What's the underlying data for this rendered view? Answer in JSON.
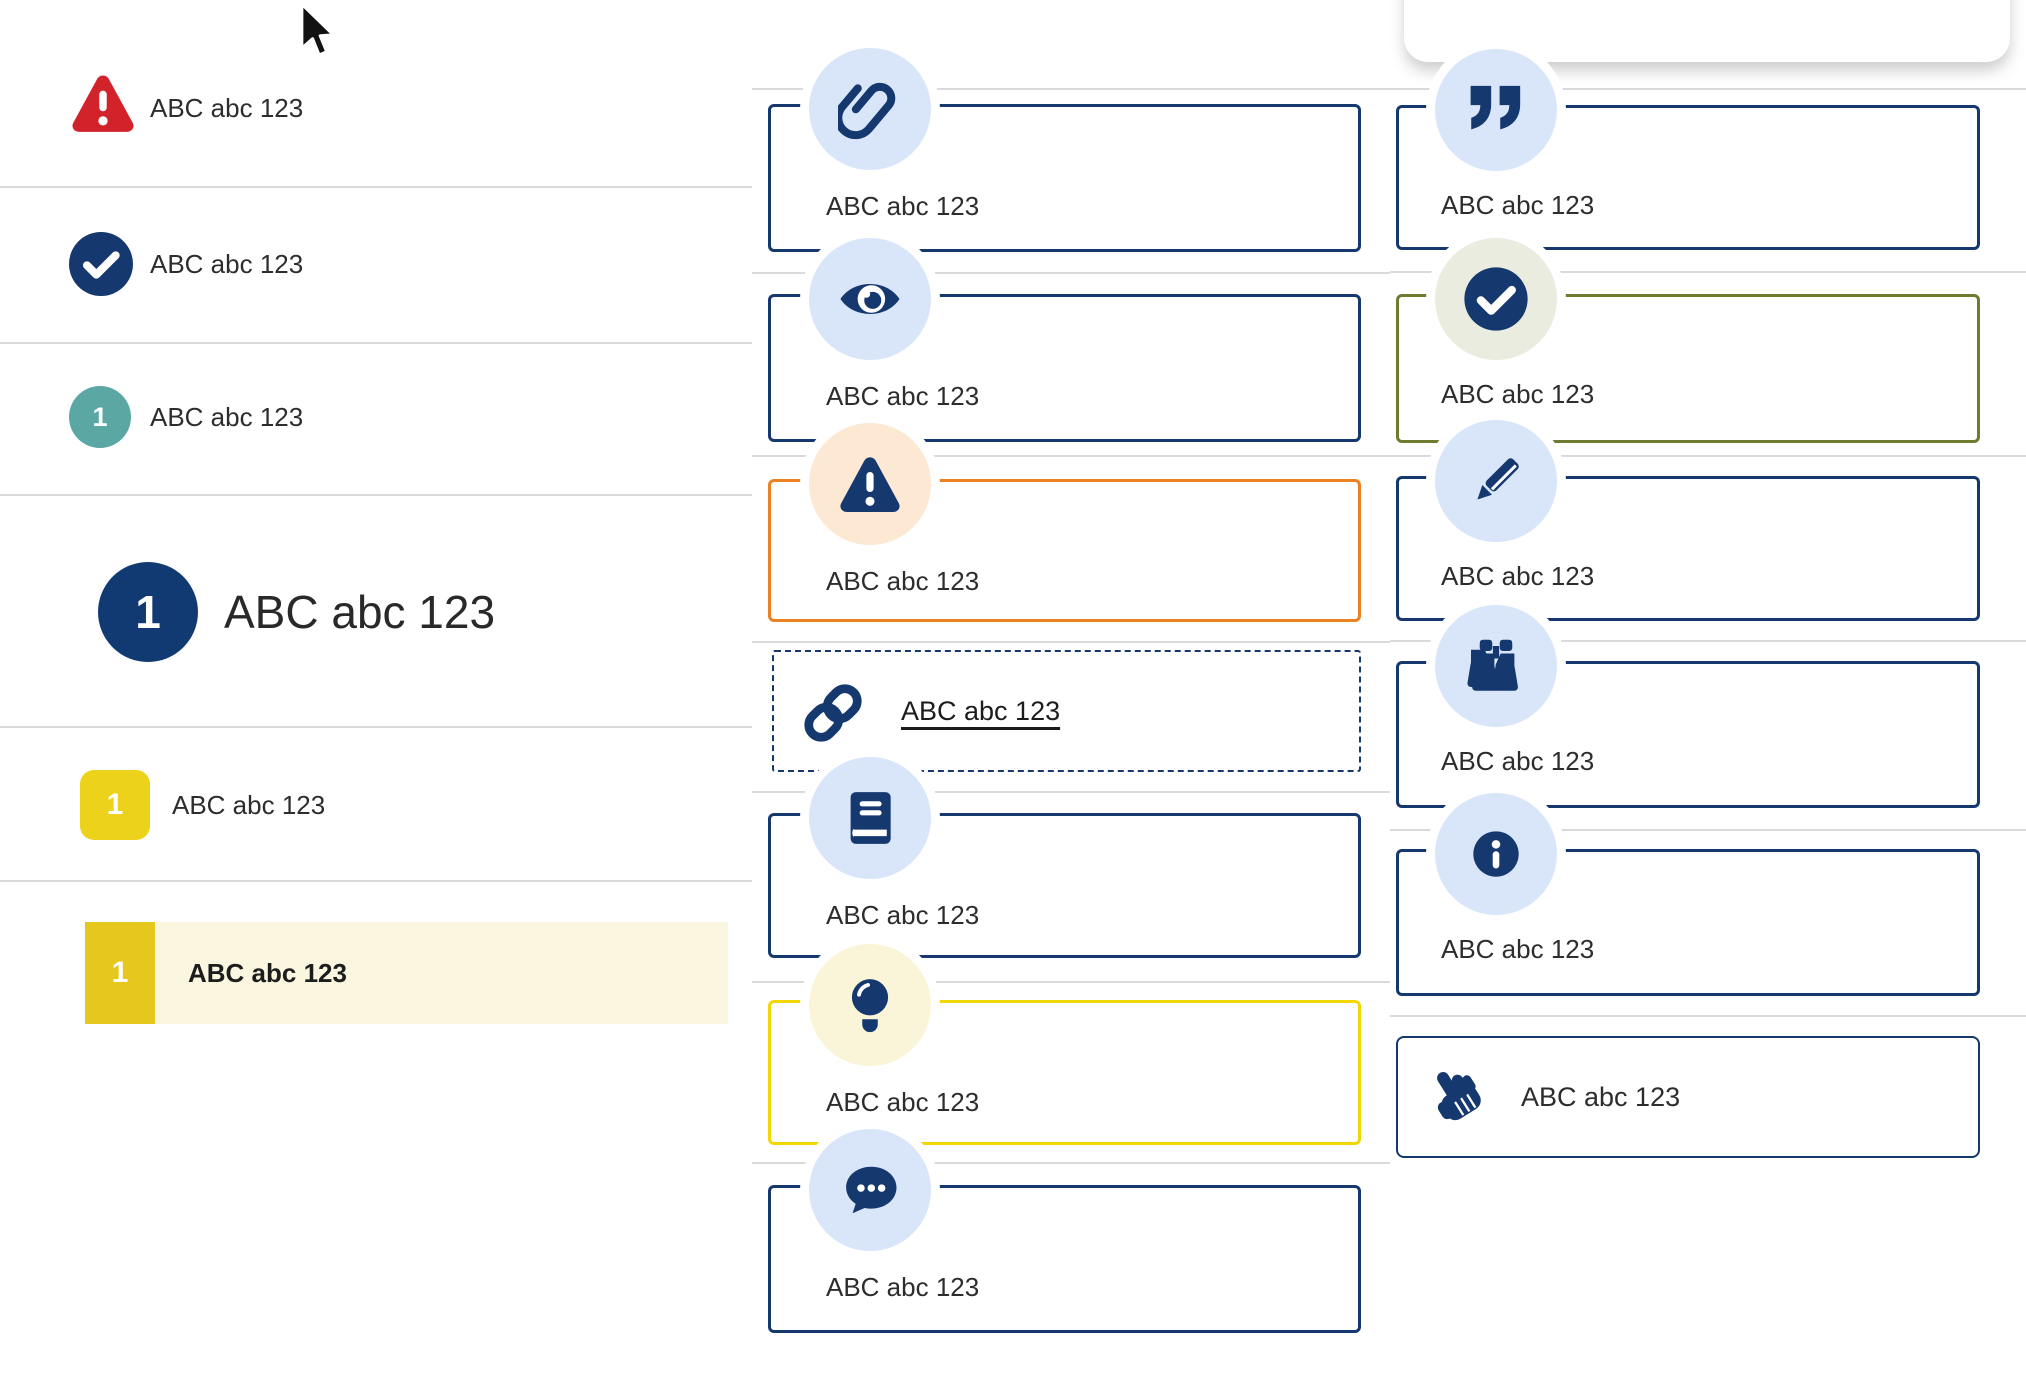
{
  "colors": {
    "navy": "#15386f",
    "light_blue_circle": "#d9e6f9",
    "peach_circle": "#fce8d3",
    "pale_yellow_circle": "#faf5d8",
    "sage_circle": "#e9ecdf",
    "red": "#d2232a",
    "teal": "#5aa7a3",
    "yellow_badge": "#ecd21b",
    "yellow_dark_block": "#e6c71d",
    "yellow_highlight_bg": "#faf6df",
    "yellow_border": "#f2d704",
    "orange_border": "#ec8123",
    "olive_border": "#6e7c2f",
    "separator": "#dadada",
    "text": "#2d2d2d"
  },
  "cursor": {
    "icon": "mouse-pointer-icon"
  },
  "left_list": {
    "items": [
      {
        "icon": "warning-triangle-icon",
        "label": "ABC abc 123"
      },
      {
        "icon": "check-circle-icon",
        "label": "ABC abc 123"
      },
      {
        "icon": "teal-number-badge",
        "number": "1",
        "label": "ABC abc 123"
      },
      {
        "icon": "large-navy-number-badge",
        "number": "1",
        "label": "ABC abc 123"
      },
      {
        "icon": "yellow-number-badge",
        "number": "1",
        "label": "ABC abc 123"
      },
      {
        "icon": "yellow-number-block",
        "number": "1",
        "label": "ABC abc 123",
        "highlighted": true
      }
    ]
  },
  "middle_cards": {
    "cards": [
      {
        "icon": "paperclip-icon",
        "variant": "navy",
        "label": "ABC abc 123"
      },
      {
        "icon": "eye-icon",
        "variant": "navy",
        "label": "ABC abc 123"
      },
      {
        "icon": "warning-triangle-icon",
        "variant": "orange",
        "label": "ABC abc 123"
      },
      {
        "icon": "link-icon",
        "variant": "dashed",
        "label": "ABC abc 123",
        "link": true
      },
      {
        "icon": "book-icon",
        "variant": "navy",
        "label": "ABC abc 123"
      },
      {
        "icon": "lightbulb-icon",
        "variant": "yellow",
        "label": "ABC abc 123"
      },
      {
        "icon": "speech-bubble-icon",
        "variant": "navy",
        "label": "ABC abc 123"
      }
    ]
  },
  "right_cards": {
    "cards": [
      {
        "icon": "quote-icon",
        "variant": "navy",
        "label": "ABC abc 123"
      },
      {
        "icon": "check-circle-icon",
        "variant": "olive",
        "label": "ABC abc 123"
      },
      {
        "icon": "pencil-icon",
        "variant": "navy",
        "label": "ABC abc 123"
      },
      {
        "icon": "binoculars-icon",
        "variant": "navy",
        "label": "ABC abc 123"
      },
      {
        "icon": "info-circle-icon",
        "variant": "navy",
        "label": "ABC abc 123"
      },
      {
        "icon": "hand-pointer-icon",
        "variant": "thin",
        "label": "ABC abc 123"
      }
    ]
  }
}
